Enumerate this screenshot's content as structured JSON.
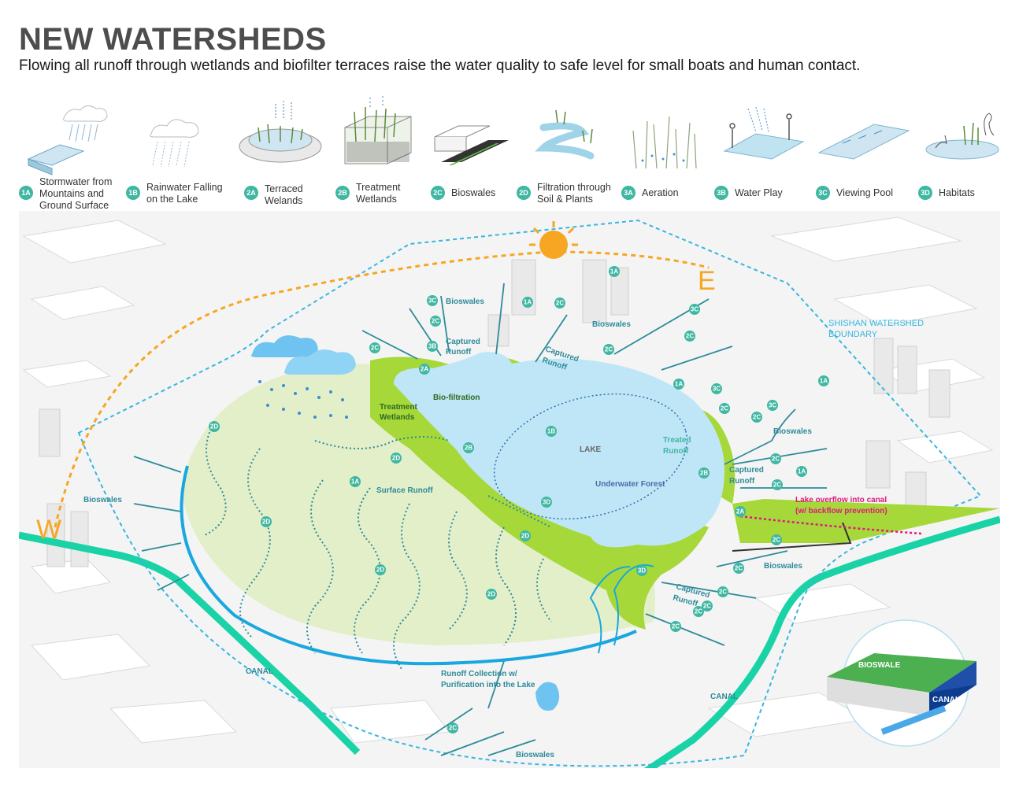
{
  "header": {
    "title": "NEW WATERSHEDS",
    "subtitle": "Flowing all runoff through wetlands and biofilter terraces raise the water quality to safe level for small boats and human contact."
  },
  "legend": [
    {
      "code": "1A",
      "label": "Stormwater from\nMountains and\nGround Surface"
    },
    {
      "code": "1B",
      "label": "Rainwater Falling\non the Lake"
    },
    {
      "code": "2A",
      "label": "Terraced\nWelands"
    },
    {
      "code": "2B",
      "label": "Treatment\nWetlands"
    },
    {
      "code": "2C",
      "label": "Bioswales"
    },
    {
      "code": "2D",
      "label": "Filtration through\nSoil & Plants"
    },
    {
      "code": "3A",
      "label": "Aeration"
    },
    {
      "code": "3B",
      "label": "Water Play"
    },
    {
      "code": "3C",
      "label": "Viewing Pool"
    },
    {
      "code": "3D",
      "label": "Habitats"
    }
  ],
  "map": {
    "compass_w": "W",
    "compass_e": "E",
    "boundary_label_line1": "SHISHAN WATERSHED",
    "boundary_label_line2": "BOUNDARY",
    "lake": "LAKE",
    "underwater_forest": "Underwater Forest",
    "bio_filtration": "Bio-filtration",
    "treatment_wetlands_1": "Treatment",
    "treatment_wetlands_2": "Wetlands",
    "treated_runoff_1": "Treated",
    "treated_runoff_2": "Runoff",
    "captured_runoff_1": "Captured",
    "captured_runoff_2": "Runoff",
    "surface_runoff": "Surface Runoff",
    "bioswales": "Bioswales",
    "canal": "CANAL",
    "overflow_1": "Lake overflow into canal",
    "overflow_2": "(w/ backflow prevention)",
    "runoff_collection_1": "Runoff Collection w/",
    "runoff_collection_2": "Purification into the Lake",
    "inset_bioswale": "BIOSWALE",
    "inset_canal": "CANAL"
  },
  "colors": {
    "teal": "#2e8b99",
    "badge": "#3fb7a2",
    "canal": "#19d3a6",
    "lake": "#bfe6f7",
    "wetland": "#a6d83a",
    "runoff_zone": "#e3efc9",
    "boundary": "#36b6e0",
    "sun": "#f6a623",
    "overflow": "#e0197c"
  }
}
